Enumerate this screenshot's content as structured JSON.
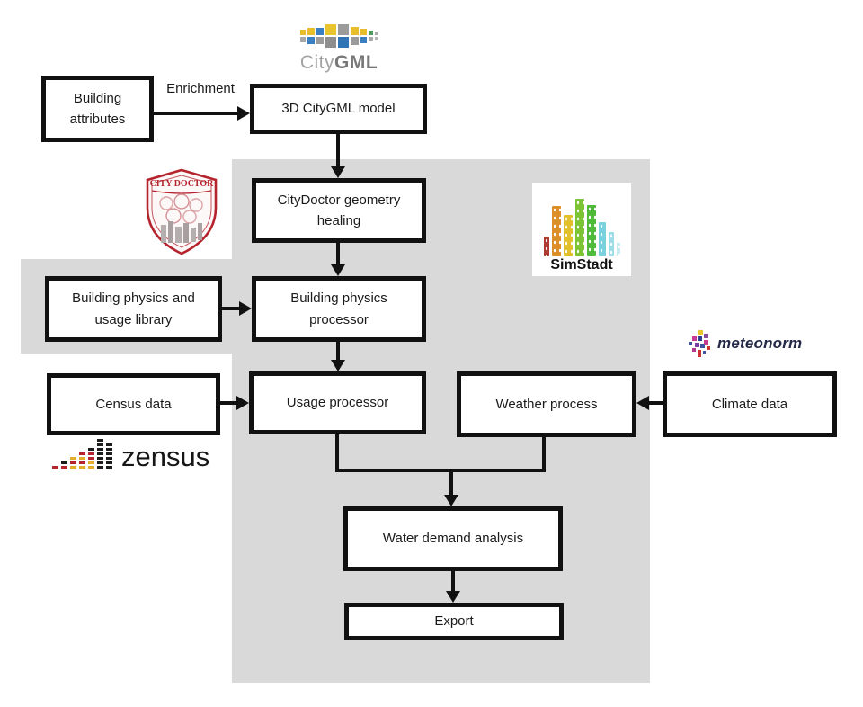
{
  "diagram": {
    "nodes": {
      "building_attributes": "Building attributes",
      "citygml_model": "3D CityGML model",
      "citydoctor_healing": "CityDoctor geometry healing",
      "physics_library": "Building physics and usage library",
      "physics_processor": "Building physics processor",
      "census_data": "Census data",
      "usage_processor": "Usage processor",
      "weather_process": "Weather process",
      "climate_data": "Climate data",
      "water_demand": "Water demand analysis",
      "export": "Export"
    },
    "edge_labels": {
      "enrichment": "Enrichment"
    },
    "colors": {
      "panel_gray": "#d9d9d9",
      "box_border": "#111111",
      "box_bg": "#ffffff",
      "arrow": "#111111",
      "text": "#1a1a1a"
    }
  },
  "logos": {
    "citygml": {
      "text_light": "City",
      "text_bold": "GML",
      "row1": [
        [
          6,
          6,
          "#e7bd2b"
        ],
        [
          8,
          8,
          "#e7bd2b"
        ],
        [
          8,
          8,
          "#3a7fc2"
        ],
        [
          12,
          12,
          "#e9c42e"
        ],
        [
          12,
          12,
          "#9b9b9b"
        ],
        [
          9,
          9,
          "#e7bd2b"
        ],
        [
          7,
          7,
          "#e7bd2b"
        ],
        [
          5,
          5,
          "#4f9a5e"
        ],
        [
          3,
          3,
          "#a8a8a8"
        ]
      ],
      "row2": [
        [
          6,
          6,
          "#a8a8a8"
        ],
        [
          8,
          8,
          "#3a7fc2"
        ],
        [
          8,
          8,
          "#9b9b9b"
        ],
        [
          12,
          12,
          "#8f8f8f"
        ],
        [
          12,
          12,
          "#2f74b5"
        ],
        [
          9,
          9,
          "#9b9b9b"
        ],
        [
          7,
          7,
          "#3a7fc2"
        ],
        [
          5,
          5,
          "#a8a8a8"
        ],
        [
          3,
          3,
          "#b5b5b5"
        ]
      ]
    },
    "citydoctor": {
      "label": "CITY DOCTOR",
      "accent": "#b5232d"
    },
    "simstadt": {
      "label": "SimStadt",
      "bars": [
        [
          6,
          22,
          "#ad3a31"
        ],
        [
          10,
          56,
          "#dc8e28"
        ],
        [
          10,
          46,
          "#e3c02b"
        ],
        [
          10,
          64,
          "#7cc433"
        ],
        [
          10,
          57,
          "#4fba3a"
        ],
        [
          8,
          38,
          "#79d2db"
        ],
        [
          6,
          27,
          "#9ddde8"
        ],
        [
          4,
          15,
          "#c5eaf2"
        ]
      ]
    },
    "meteonorm": {
      "label": "meteonorm",
      "text_color": "#232946",
      "cluster": [
        [
          11,
          1,
          5,
          5,
          "#e9c42e"
        ],
        [
          17,
          5,
          5,
          5,
          "#8a4a9e"
        ],
        [
          4,
          8,
          5,
          5,
          "#c73a96"
        ],
        [
          10,
          8,
          5,
          5,
          "#2f3e8f"
        ],
        [
          17,
          12,
          5,
          5,
          "#c73a96"
        ],
        [
          0,
          14,
          4,
          4,
          "#4053a3"
        ],
        [
          7,
          15,
          5,
          5,
          "#7a3fa0"
        ],
        [
          13,
          16,
          5,
          5,
          "#4053a3"
        ],
        [
          20,
          19,
          4,
          4,
          "#cc3333"
        ],
        [
          4,
          21,
          4,
          4,
          "#b03a8c"
        ],
        [
          10,
          23,
          4,
          4,
          "#cc3333"
        ],
        [
          16,
          24,
          3,
          3,
          "#4053a3"
        ],
        [
          11,
          28,
          3,
          3,
          "#cc3333"
        ]
      ]
    },
    "zensus": {
      "label": "zensus",
      "columns": [
        [
          "#b5232d"
        ],
        [
          "#1c1c1c",
          "#b5232d"
        ],
        [
          "#e3ae2b",
          "#b5232d",
          "#e3ae2b"
        ],
        [
          "#b5232d",
          "#e3ae2b",
          "#b5232d",
          "#e3ae2b"
        ],
        [
          "#1c1c1c",
          "#b5232d",
          "#b5232d",
          "#e3ae2b",
          "#e3ae2b"
        ],
        [
          "#1c1c1c",
          "#1c1c1c",
          "#1c1c1c",
          "#1c1c1c",
          "#1c1c1c",
          "#1c1c1c",
          "#1c1c1c"
        ],
        [
          "#1c1c1c",
          "#1c1c1c",
          "#1c1c1c",
          "#1c1c1c",
          "#1c1c1c",
          "#1c1c1c"
        ]
      ]
    }
  }
}
